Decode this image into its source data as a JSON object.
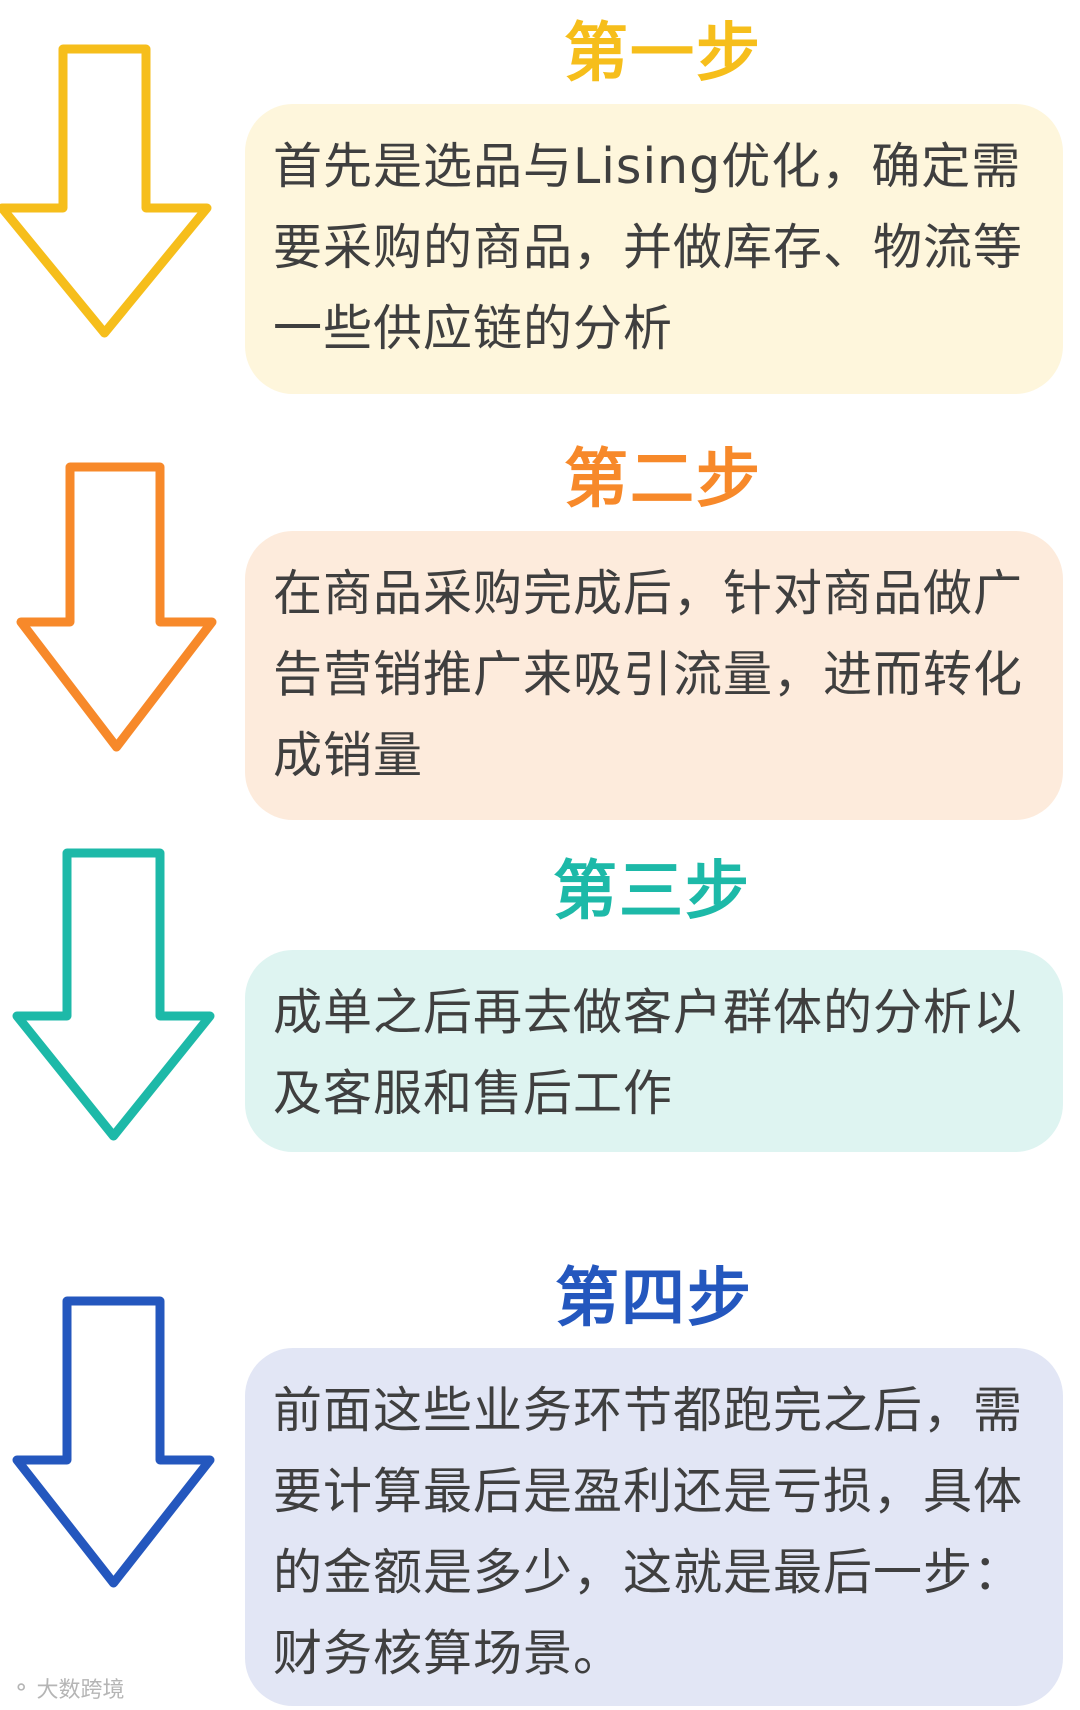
{
  "steps": [
    {
      "title": "第一步",
      "text": "首先是选品与Lising优化，确定需要采购的商品，并做库存、物流等一些供应链的分析",
      "accent": "#F6BE1B",
      "card_bg": "#FEF6DC",
      "icon": "arrow-down-icon"
    },
    {
      "title": "第二步",
      "text": "在商品采购完成后，针对商品做广告营销推广来吸引流量，进而转化成销量",
      "accent": "#F7892A",
      "card_bg": "#FDEBDC",
      "icon": "arrow-down-icon"
    },
    {
      "title": "第三步",
      "text": "成单之后再去做客户群体的分析以及客服和售后工作",
      "accent": "#1DB9A8",
      "card_bg": "#DEF4F1",
      "icon": "arrow-down-icon"
    },
    {
      "title": "第四步",
      "text": "前面这些业务环节都跑完之后，需要计算最后是盈利还是亏损，具体的金额是多少，这就是最后一步：财务核算场景。",
      "accent": "#2457BE",
      "card_bg": "#E2E6F5",
      "icon": "arrow-down-icon"
    }
  ],
  "watermark": {
    "text": "大数跨境"
  }
}
